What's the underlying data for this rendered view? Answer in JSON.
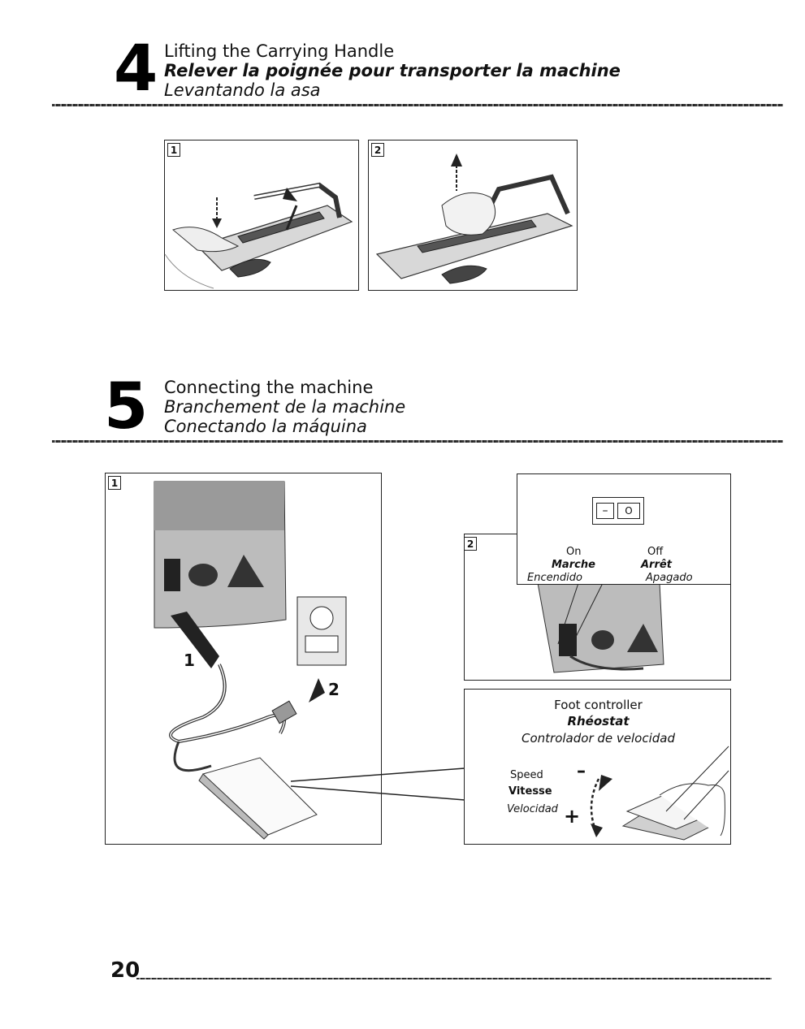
{
  "section4": {
    "number": "4",
    "title_en": "Lifting the Carrying Handle",
    "title_fr": "Relever la poignée pour transporter la machine",
    "title_es": "Levantando la asa",
    "figure1_badge": "1",
    "figure2_badge": "2"
  },
  "section5": {
    "number": "5",
    "title_en": "Connecting the machine",
    "title_fr": "Branchement de la machine",
    "title_es": "Conectando la máquina",
    "figure1_badge": "1",
    "figure1_callout1": "1",
    "figure1_callout2": "2",
    "figure2_badge": "2",
    "switch": {
      "on_en": "On",
      "on_fr": "Marche",
      "on_es": "Encendido",
      "off_en": "Off",
      "off_fr": "Arrêt",
      "off_es": "Apagado",
      "symbol_off": "O",
      "symbol_on": "–"
    },
    "foot": {
      "title_en": "Foot controller",
      "title_fr": "Rhéostat",
      "title_es": "Controlador de velocidad",
      "speed_en": "Speed",
      "speed_fr": "Vitesse",
      "speed_es": "Velocidad",
      "minus": "–",
      "plus": "+"
    }
  },
  "page_number": "20"
}
